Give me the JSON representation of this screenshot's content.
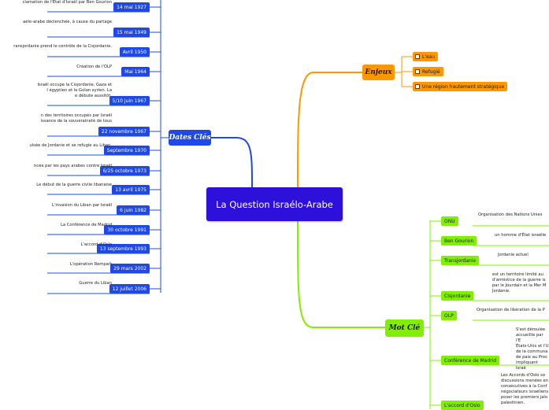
{
  "central": {
    "title": "La Question Israélo-Arabe"
  },
  "branches": {
    "dates": {
      "label": "Dates Clés"
    },
    "enjeux": {
      "label": "Enjeux"
    },
    "mots": {
      "label": "Mot Clé"
    }
  },
  "dates": [
    {
      "date": "14 mai 1927",
      "text": "clamation de l'État d'Israël par Ben Gourion"
    },
    {
      "date": "15 mai 1949",
      "text": "aélo-arabe déclenchée, à cause du partage"
    },
    {
      "date": "Avril 1950",
      "text": "ransjordanie prend le contrôle de la Cisjordanie."
    },
    {
      "date": "Mai 1964",
      "text": "Création de l'OLP"
    },
    {
      "date": "5/10 juin 1967",
      "text": "Israël occupe la Cisjordanie, Gaza et\nl égyptien et le Golan syrien. La\ne débute aussitôt."
    },
    {
      "date": "22 novembre 1967",
      "text": "n des territoires occupés par Israël\nissance de la souveraineté de tous"
    },
    {
      "date": "Septembre 1970",
      "text": "ulsée de Jordanie et se refugie au Liban."
    },
    {
      "date": "6/25 octobre 1973",
      "text": "ncée par les pays arabes contre Israël"
    },
    {
      "date": "13 avril 1975",
      "text": "Le début de la guerre civile libanaise"
    },
    {
      "date": "6 juin 1982",
      "text": "L'invasion du Liban par Israël"
    },
    {
      "date": "30 octobre 1991",
      "text": "La Conférence de Madrid"
    },
    {
      "date": "13 septembre 1993",
      "text": "L'accord d'Oslo"
    },
    {
      "date": "29 mars 2002",
      "text": "L'opération Rempart"
    },
    {
      "date": "12 juillet 2006",
      "text": "Guerre du Liban"
    }
  ],
  "enjeux": [
    {
      "label": "L'eau"
    },
    {
      "label": "Refugié"
    },
    {
      "label": "Une région hautement stratégique"
    }
  ],
  "mots": [
    {
      "term": "ONU",
      "text": "Organisation des Nations Unies"
    },
    {
      "term": "Ben Gourion",
      "text": "un homme d'État israélie"
    },
    {
      "term": "Transjordanie",
      "text": "Jordanie actuel"
    },
    {
      "term": "Cisjordanie",
      "text": "est un territoire limité au\nd'armistice de la guerre is\npar le Jourdain et la Mer M\nJordanie."
    },
    {
      "term": "OLP",
      "text": "Organisation de libération de la P"
    },
    {
      "term": "Conférence de Madrid",
      "text": "S'est déroulée\naccueillie par l'E\nÉtats-Unis et l'U\nde la communa\nde paix au Proc\nimpliquant Israë"
    },
    {
      "term": "L'accord d'Oslo",
      "text": "Les Accords d'Oslo so\ndiscussions menées en\nconsécutives à la Conf\nnégociateurs israéliens\nposer les premiers jalo\npalestinien."
    }
  ],
  "colors": {
    "central": "#2d10d9",
    "dates_branch": "#1e49e8",
    "enjeux_branch": "#ff9700",
    "mots_branch": "#80f000"
  }
}
